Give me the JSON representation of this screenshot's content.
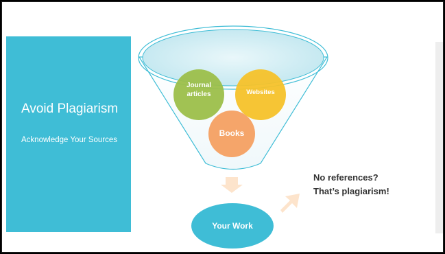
{
  "slide": {
    "title": "Avoid Plagiarism",
    "subtitle": "Acknowledge Your Sources"
  },
  "funnel": {
    "sources": [
      {
        "label": "Journal articles",
        "color": "#9cbf4a"
      },
      {
        "label": "Websites",
        "color": "#f5c22a"
      },
      {
        "label": "Books",
        "color": "#f4a062"
      }
    ],
    "output": {
      "label": "Your Work",
      "color": "#3fbdd6"
    }
  },
  "callout": {
    "line1": "No references?",
    "line2": "That’s plagiarism!"
  },
  "colors": {
    "accent": "#3fbdd6",
    "arrow": "#fde4cc"
  }
}
